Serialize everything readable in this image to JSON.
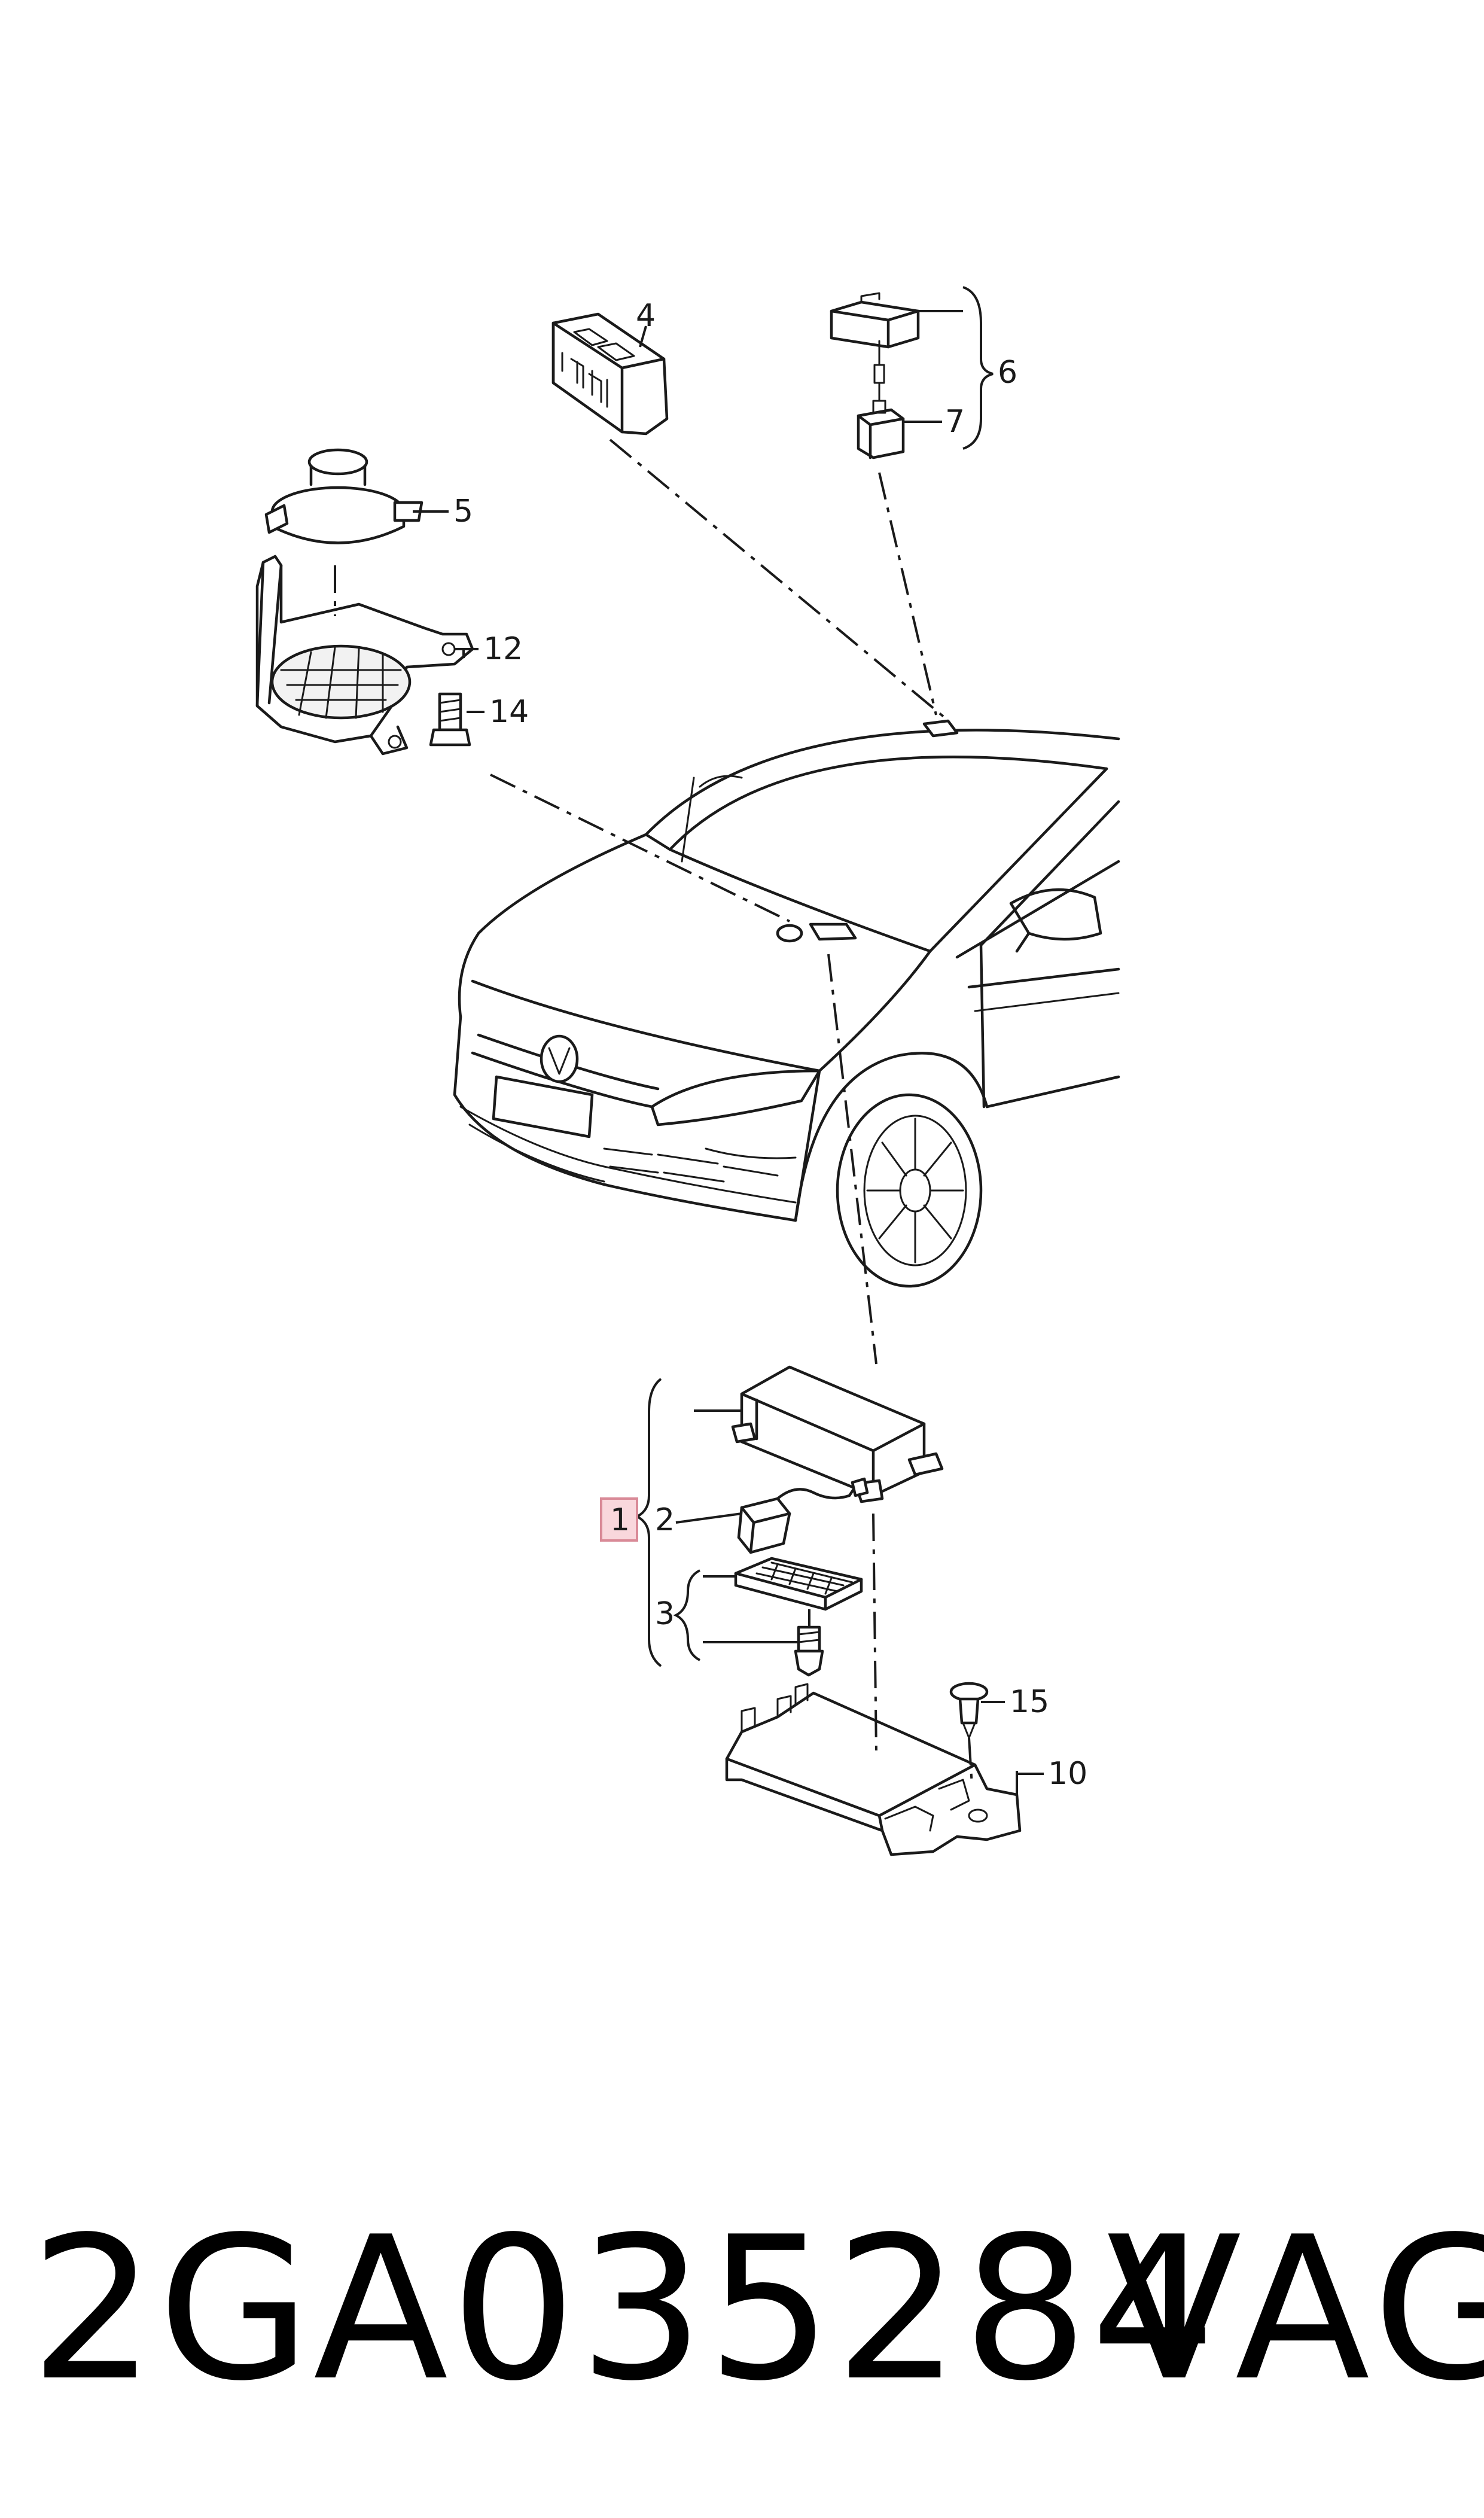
{
  "callouts": {
    "c1": "1",
    "c2": "2",
    "c3": "3",
    "c4": "4",
    "c5": "5",
    "c6": "6",
    "c7": "7",
    "c10": "10",
    "c12": "12",
    "c14": "14",
    "c15": "15"
  },
  "highlight": {
    "callout": "1",
    "fill": "#f9d7dc",
    "border": "#d98a97"
  },
  "footer": {
    "part_number": "2GA035284",
    "brand": "VAG"
  }
}
